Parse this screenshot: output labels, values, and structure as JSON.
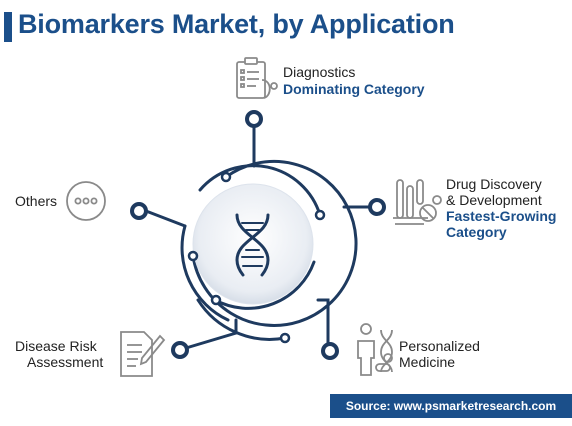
{
  "title": "Biomarkers Market, by Application",
  "segments": [
    {
      "id": "diagnostics",
      "label": "Diagnostics",
      "note": "Dominating Category"
    },
    {
      "id": "drug",
      "label_line1": "Drug Discovery",
      "label_line2": "& Development",
      "note_line1": "Fastest-Growing",
      "note_line2": "Category"
    },
    {
      "id": "personalized",
      "label_line1": "Personalized",
      "label_line2": "Medicine"
    },
    {
      "id": "disease",
      "label_line1": "Disease Risk",
      "label_line2": "Assessment"
    },
    {
      "id": "others",
      "label": "Others"
    }
  ],
  "source": "Source: www.psmarketresearch.com",
  "colors": {
    "brand": "#1b4f8a",
    "line": "#1e3a5f",
    "icon": "#8a8a8a"
  },
  "icons": [
    "clipboard-stethoscope-icon",
    "test-tube-pills-icon",
    "human-dna-pills-icon",
    "document-pen-icon",
    "ellipsis-icon",
    "dna-icon"
  ]
}
